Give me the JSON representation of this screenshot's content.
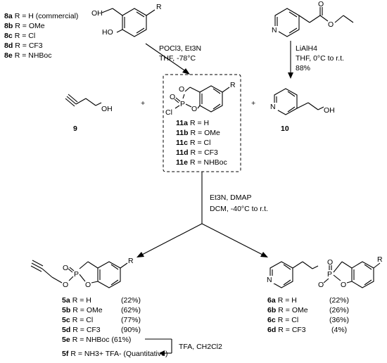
{
  "compounds_8": [
    {
      "id": "8a",
      "sub": "R = H (commercial)"
    },
    {
      "id": "8b",
      "sub": "R = OMe"
    },
    {
      "id": "8c",
      "sub": "R = Cl"
    },
    {
      "id": "8d",
      "sub": "R = CF3"
    },
    {
      "id": "8e",
      "sub": "R = NHBoc"
    }
  ],
  "step1": {
    "line1": "POCl3, Et3N",
    "line2": "THF, -78°C"
  },
  "step_lialh4": {
    "line1": "LiAlH4",
    "line2": "THF, 0°C to r.t.",
    "line3": "88%"
  },
  "compounds_11": [
    {
      "id": "11a",
      "sub": "R = H"
    },
    {
      "id": "11b",
      "sub": "R = OMe"
    },
    {
      "id": "11c",
      "sub": "R = Cl"
    },
    {
      "id": "11d",
      "sub": "R = CF3"
    },
    {
      "id": "11e",
      "sub": "R = NHBoc"
    }
  ],
  "compound_9": "9",
  "compound_10": "10",
  "plus": "+",
  "step2": {
    "line1": "Et3N, DMAP",
    "line2": "DCM, -40°C to r.t."
  },
  "products_5": [
    {
      "id": "5a",
      "sub": "R = H",
      "yield": "(22%)"
    },
    {
      "id": "5b",
      "sub": "R = OMe",
      "yield": "(62%)"
    },
    {
      "id": "5c",
      "sub": "R = Cl",
      "yield": "(77%)"
    },
    {
      "id": "5d",
      "sub": "R = CF3",
      "yield": "(90%)"
    },
    {
      "id": "5e",
      "sub": "R = NHBoc (61%)",
      "yield": ""
    }
  ],
  "product_5f": {
    "id": "5f",
    "sub": "R = NH3+ TFA- (Quantitative)"
  },
  "step3": "TFA, CH2Cl2",
  "products_6": [
    {
      "id": "6a",
      "sub": "R = H",
      "yield": "(22%)"
    },
    {
      "id": "6b",
      "sub": "R = OMe",
      "yield": "(26%)"
    },
    {
      "id": "6c",
      "sub": "R = Cl",
      "yield": "(36%)"
    },
    {
      "id": "6d",
      "sub": "R = CF3",
      "yield": "(4%)"
    }
  ],
  "atoms": {
    "R": "R",
    "OH": "OH",
    "HO": "HO",
    "O": "O",
    "P": "P",
    "Cl": "Cl",
    "N": "N"
  }
}
